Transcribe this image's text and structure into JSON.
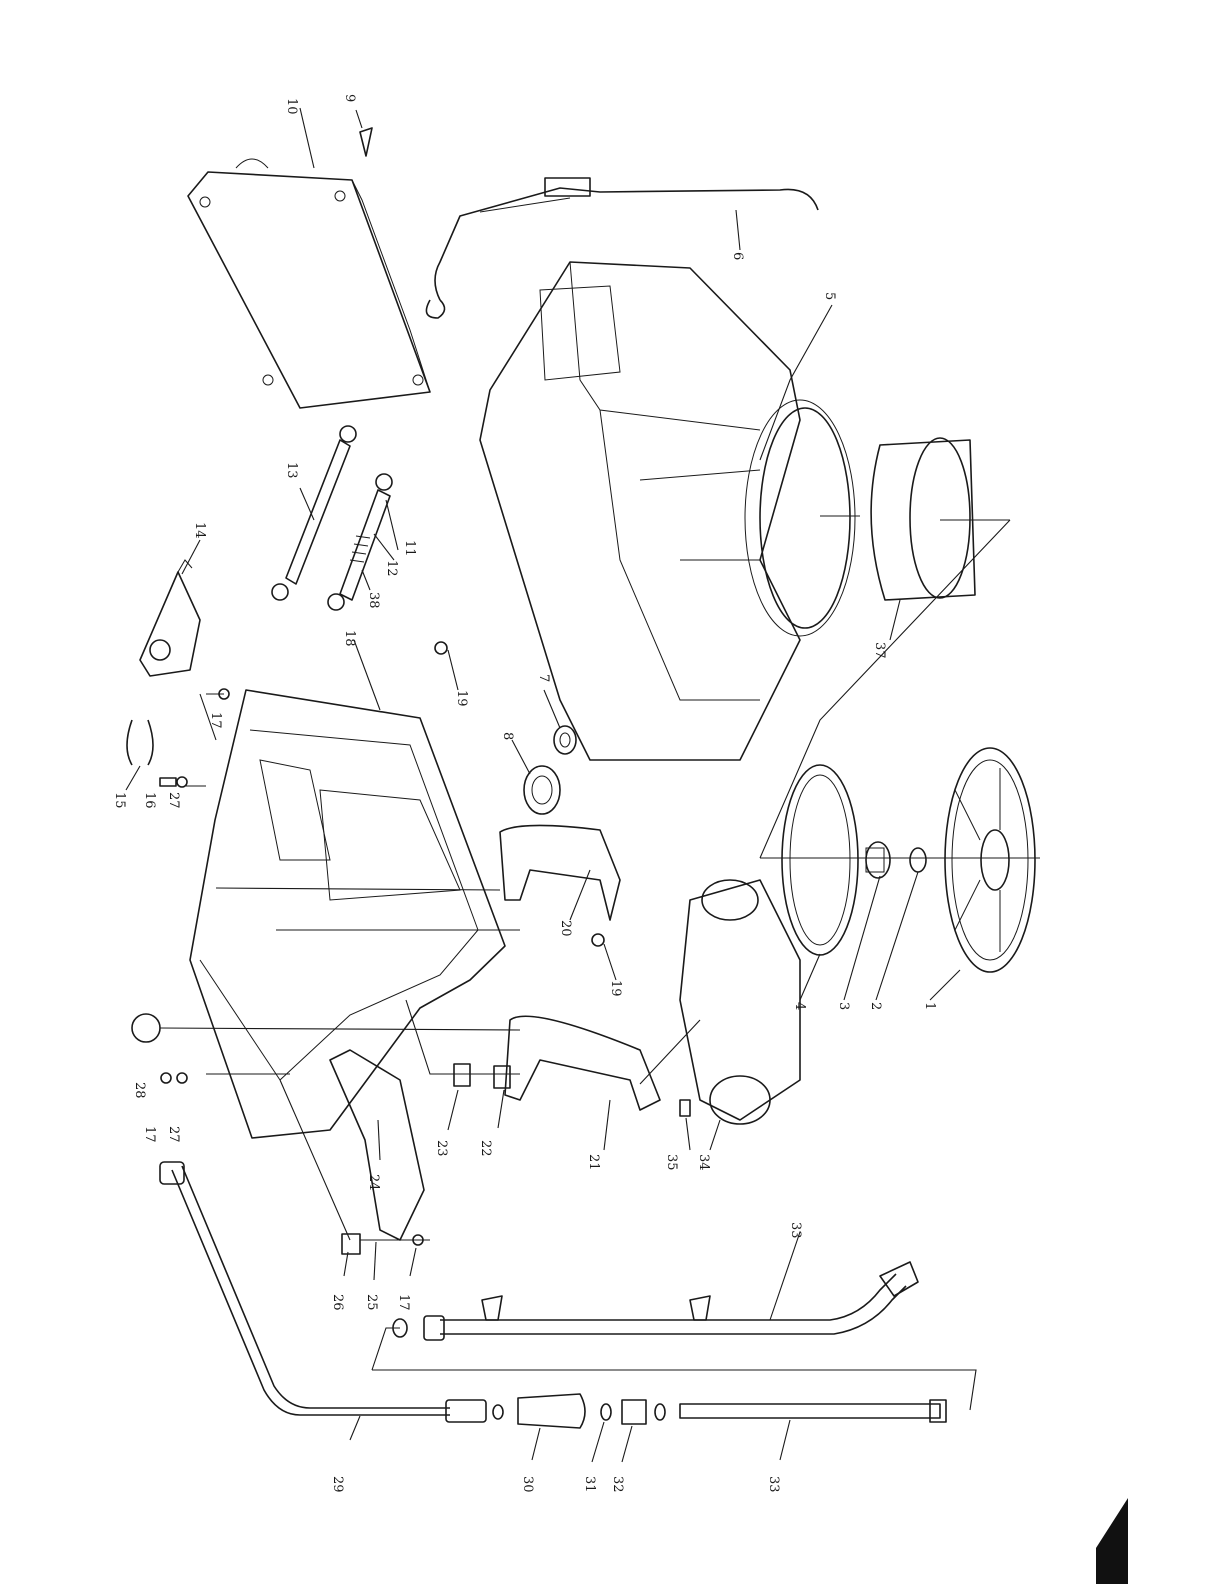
{
  "diagram": {
    "callouts": [
      "1",
      "2",
      "3",
      "4",
      "5",
      "6",
      "7",
      "8",
      "9",
      "10",
      "11",
      "12",
      "13",
      "14",
      "15",
      "16",
      "17",
      "17",
      "17",
      "18",
      "19",
      "19",
      "20",
      "21",
      "22",
      "23",
      "24",
      "25",
      "26",
      "27",
      "27",
      "28",
      "29",
      "30",
      "31",
      "32",
      "33",
      "34",
      "35",
      "36",
      "37",
      "38"
    ]
  },
  "page_corner_mark": {
    "color": "#111111"
  }
}
